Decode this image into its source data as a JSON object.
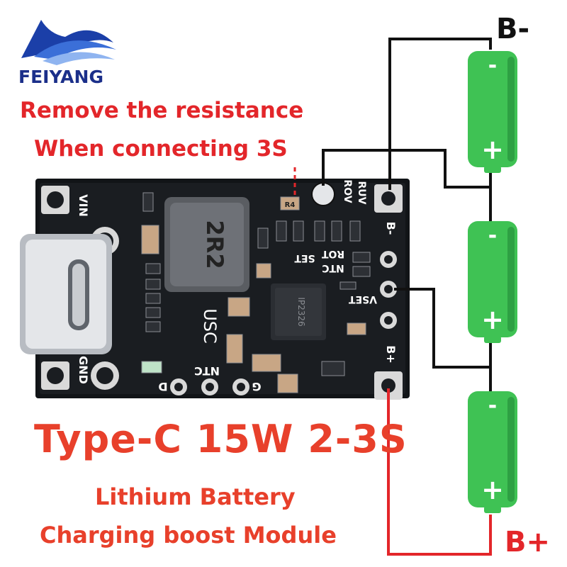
{
  "brand": {
    "name": "FEIYANG",
    "logo": "feiyang-logo"
  },
  "note": {
    "line1": "Remove the resistance",
    "line2": "When connecting 3S"
  },
  "title": "Type-C 15W 2-3S",
  "subtitle": {
    "line1": "Lithium Battery",
    "line2": "Charging boost Module"
  },
  "terminals": {
    "negative": "B-",
    "positive": "B+"
  },
  "battery": {
    "count": 3,
    "minus_sign": "-",
    "plus_sign": "+"
  },
  "pcb_labels": {
    "vin": "VIN",
    "gnd": "GND",
    "d": "D",
    "ntc_bottom": "NTC",
    "g": "G",
    "usc": "USC",
    "ntc": "NTC",
    "rot": "ROT",
    "set": "SET",
    "rov": "ROV",
    "ruv": "RUV",
    "vset": "VSET",
    "b_minus": "B-",
    "b_plus": "B+",
    "inductor": "2R2",
    "chip": "IP2326",
    "resistor": "R4"
  },
  "colors": {
    "battery": "#3fc254",
    "battery_shade": "#2ea043",
    "accent_red": "#e3262a",
    "title_red": "#e8402b",
    "pcb": "#111417",
    "wire": "#111111",
    "brand_blue": "#1b2f8a"
  }
}
